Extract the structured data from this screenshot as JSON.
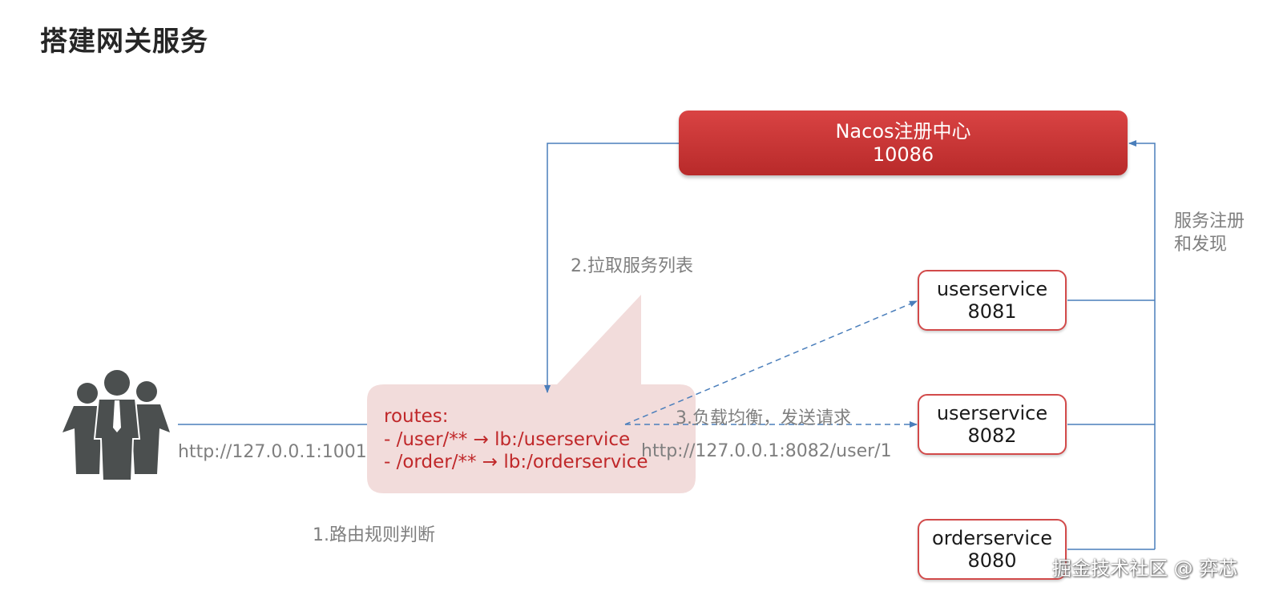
{
  "title": "搭建网关服务",
  "registry": {
    "name": "Nacos注册中心",
    "port": "10086"
  },
  "services": [
    {
      "name": "userservice",
      "port": "8081"
    },
    {
      "name": "userservice",
      "port": "8082"
    },
    {
      "name": "orderservice",
      "port": "8080"
    }
  ],
  "gateway": {
    "header": "routes:",
    "rules": [
      "-   /user/** → lb:/userservice",
      "- /order/** → lb:/orderservice"
    ]
  },
  "labels": {
    "client_url": "http://127.0.0.1:1001",
    "step1": "1.路由规则判断",
    "step2": "2.拉取服务列表",
    "step3": "3.负载均衡，发送请求",
    "target_url": "http://127.0.0.1:8082/user/1",
    "registration_line1": "服务注册",
    "registration_line2": "和发现"
  },
  "watermark": "掘金技术社区 @ 弈芯",
  "colors": {
    "registry": "#c83232",
    "service_border": "#d24a4a",
    "routes_text": "#c0282a",
    "bubble": "#f2dcdb",
    "line": "#4a7ebb",
    "label": "#7f7f7f"
  }
}
